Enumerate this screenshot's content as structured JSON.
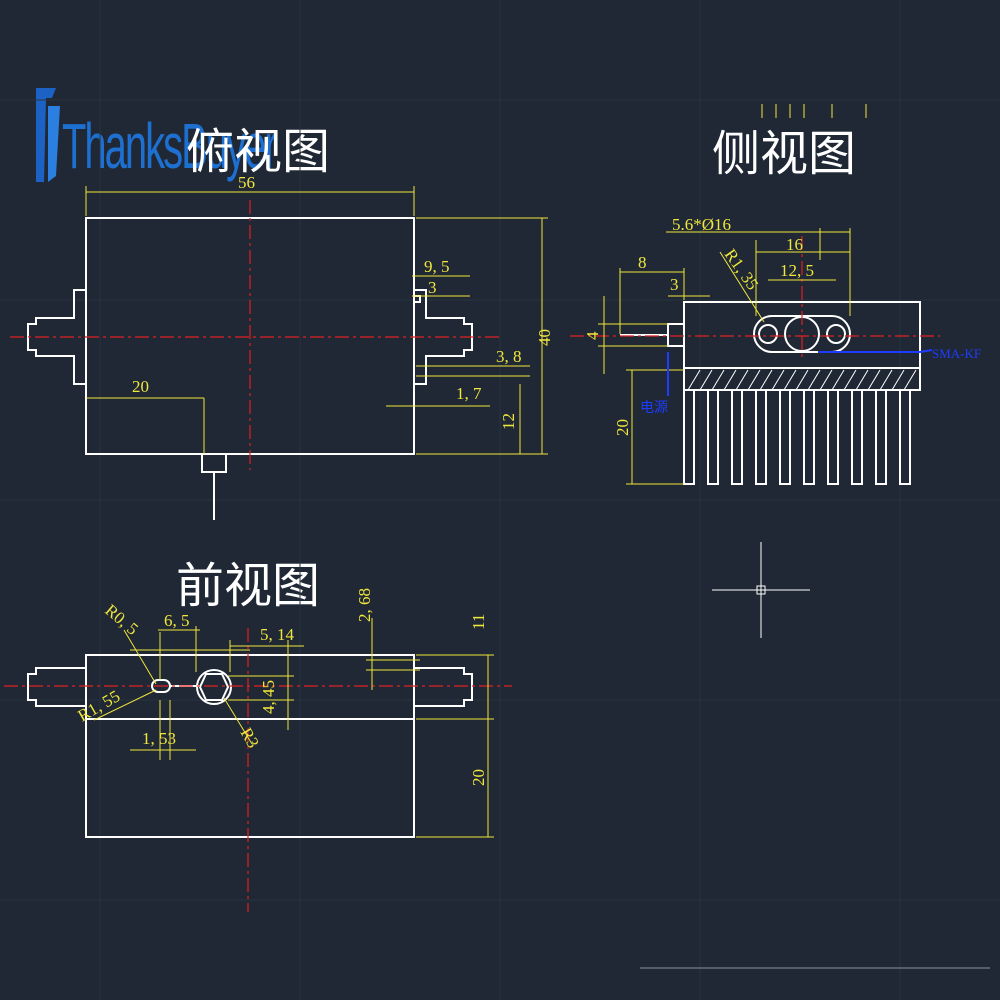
{
  "brand": {
    "name": "ThanksBuyer"
  },
  "colors": {
    "background": "#1f2834",
    "outline": "#ffffff",
    "dimension": "#f0e63c",
    "centerline": "#e02020",
    "annotation": "#1e3cff"
  },
  "views": {
    "top": {
      "title": "俯视图"
    },
    "side": {
      "title": "侧视图"
    },
    "front": {
      "title": "前视图"
    }
  },
  "dimensions": {
    "top": {
      "width": "56",
      "height": "40",
      "d_9_5": "9, 5",
      "d_3": "3",
      "d_3_8": "3, 8",
      "d_1_7": "1, 7",
      "d_12": "12",
      "d_20": "20"
    },
    "side": {
      "holes": "5.6*Ø16",
      "d_8": "8",
      "d_3": "3",
      "r_1_35": "R1, 35",
      "d_16": "16",
      "d_12_5": "12, 5",
      "d_4": "4",
      "d_20": "20"
    },
    "front": {
      "r_0_5": "R0, 5",
      "d_6_5": "6, 5",
      "d_5_14": "5, 14",
      "d_2_68": "2, 68",
      "d_11": "11",
      "r_1_55": "R1, 55",
      "d_4_45": "4, 45",
      "r_3": "R3",
      "d_1_53": "1, 53",
      "d_20": "20"
    }
  },
  "annotations": {
    "connector": "SMA-KF",
    "power": "电源"
  }
}
